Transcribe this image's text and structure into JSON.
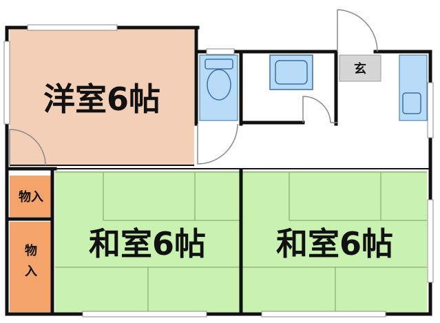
{
  "rooms": {
    "western": {
      "label": "洋室6帖",
      "color": "#f2cfb6"
    },
    "japanese_left": {
      "label": "和室6帖",
      "color": "#c9f2b0"
    },
    "japanese_right": {
      "label": "和室6帖",
      "color": "#c9f2b0"
    }
  },
  "storage": {
    "top": {
      "label": "物入",
      "color": "#f4a36a"
    },
    "bottom": {
      "label_line1": "物",
      "label_line2": "入",
      "color": "#f4a36a"
    }
  },
  "entrance": {
    "label": "玄",
    "color": "#d6d6d6"
  },
  "colors": {
    "wall": "#111111",
    "fixture_fill": "#b8dcf8",
    "fixture_stroke": "#3a6fa0",
    "tatami_line": "#7a9a6a",
    "door_line": "#888888"
  }
}
